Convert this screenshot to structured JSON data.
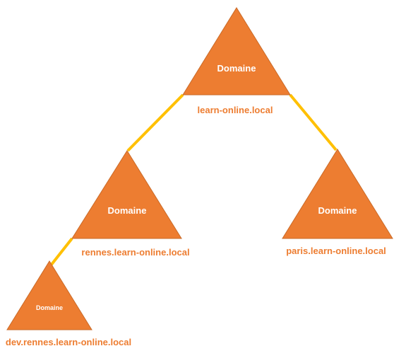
{
  "colors": {
    "triangle": "#ED7D31",
    "triangle_stroke": "#C96A28",
    "connector": "#FFC000",
    "triangle_text": "#FFFFFF",
    "name_text": "#ED7D31"
  },
  "domains": [
    {
      "id": "root",
      "triangle_label": "Domaine",
      "name": "learn-online.local"
    },
    {
      "id": "rennes",
      "triangle_label": "Domaine",
      "name": "rennes.learn-online.local"
    },
    {
      "id": "paris",
      "triangle_label": "Domaine",
      "name": "paris.learn-online.local"
    },
    {
      "id": "dev",
      "triangle_label": "Domaine",
      "name": "dev.rennes.learn-online.local"
    }
  ]
}
